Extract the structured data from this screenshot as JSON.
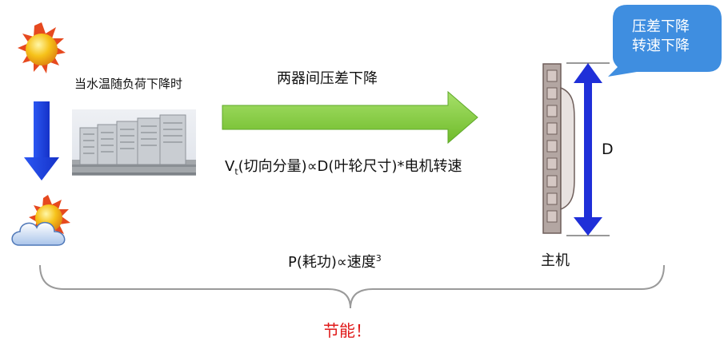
{
  "texts": {
    "condition": "当水温随负荷下降时",
    "pressure_drop": "两器间压差下降",
    "vt_base": "V",
    "vt_sub": "t",
    "vt_rest": "(切向分量)∝D(叶轮尺寸)*电机转速",
    "p_main": "P(耗功)∝速度",
    "p_sup": "3",
    "d_label": "D",
    "host": "主机",
    "energy": "节能！",
    "bubble_line1": "压差下降",
    "bubble_line2": "转速下降"
  },
  "icons": {
    "top": "sun-icon",
    "bottom": "sun-behind-cloud-icon",
    "down_arrow": "arrow-down-icon",
    "right_arrow": "arrow-right-icon",
    "photo": "cooling-tower-photo",
    "compressor": "compressor-icon",
    "dimension": "double-arrow-icon",
    "brace": "curly-brace"
  },
  "colors": {
    "down_arrow": "#1e44e0",
    "right_arrow": "#86cf3c",
    "dimension_arrow": "#1f2fd8",
    "bubble": "#3f8ee0",
    "energy_text": "#e01a1a",
    "sun": "#f6c21a"
  }
}
